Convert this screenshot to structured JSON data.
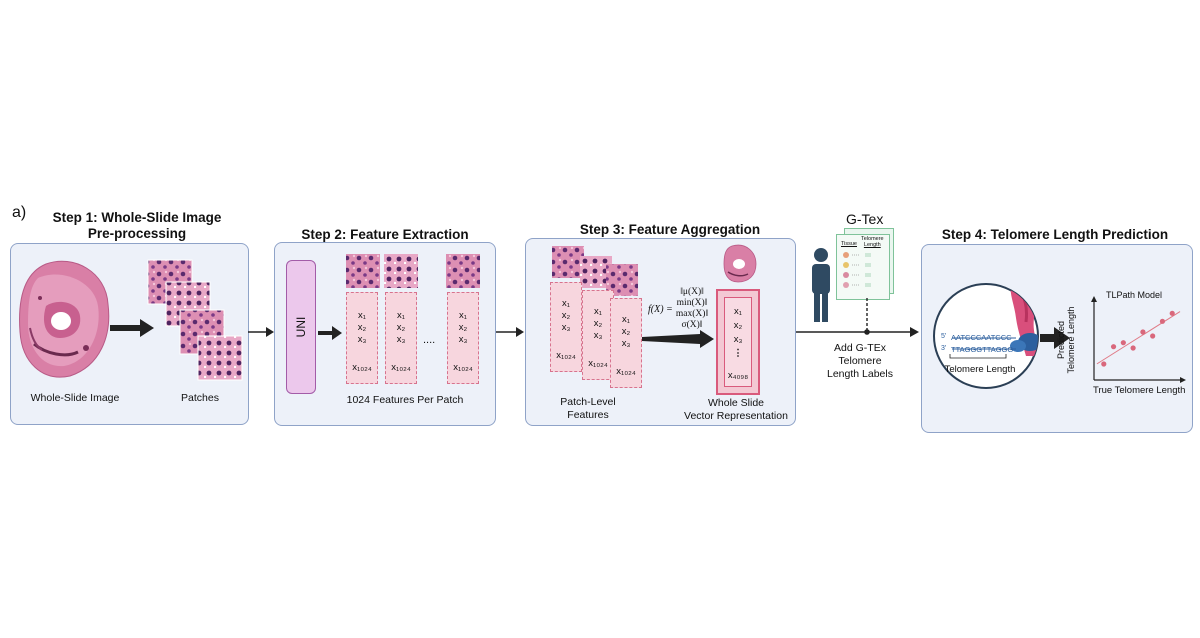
{
  "panel_letter": "a)",
  "step1": {
    "title_line1": "Step 1: Whole-Slide Image",
    "title_line2": "Pre-processing",
    "wsi_label": "Whole-Slide Image",
    "patches_label": "Patches"
  },
  "step2": {
    "title": "Step 2: Feature Extraction",
    "uni_label": "UNI",
    "vector_entries": [
      "x₁",
      "x₂",
      "x₃"
    ],
    "vector_last": "x₁₀₂₄",
    "ellipsis": "....",
    "caption": "1024 Features Per Patch"
  },
  "step3": {
    "title": "Step 3: Feature Aggregation",
    "formula_lhs": "f(X) =",
    "formula_rows": [
      "‖μ(X)‖",
      "min(X)‖",
      "max(X)‖",
      "σ(X)‖"
    ],
    "patch_level_caption_line1": "Patch-Level",
    "patch_level_caption_line2": "Features",
    "wsi_vector_last": "x₄₀₉₈",
    "wsi_caption_line1": "Whole Slide",
    "wsi_caption_line2": "Vector Representation"
  },
  "gtex": {
    "title": "G-Tex",
    "card_col1": "Tissue",
    "card_col2_line1": "Telomere",
    "card_col2_line2": "Length",
    "labels_line1": "Add G-TEx",
    "labels_line2": "Telomere",
    "labels_line3": "Length Labels"
  },
  "step4": {
    "title": "Step 4: Telomere Length Prediction",
    "five_prime": "5'",
    "three_prime": "3'",
    "seq_top": "AATCCCAATCCC",
    "seq_bottom": "TTAGGGTTAGGG",
    "telomere_caption": "Telomere Length",
    "model_title": "TLPath Model",
    "y_label_line1": "Predicted",
    "y_label_line2": "Telomere Length",
    "x_label": "True Telomere Length"
  },
  "colors": {
    "panel_fill": "#edf1f9",
    "panel_border": "#8fa3c8",
    "uni_fill": "#ecc8ec",
    "vector_fill": "#f7d6de",
    "vector_border": "#d7738e",
    "final_vector_border": "#d95a7c",
    "scatter_point": "#d9687c",
    "fit_line": "#e07a86",
    "dna_blue": "#2c5f9e"
  },
  "icons": [
    "arrow-right-icon",
    "person-icon",
    "tissue-slide-icon",
    "telomere-chromosome-icon"
  ],
  "chart_data": {
    "type": "scatter",
    "title": "TLPath Model",
    "xlabel": "True Telomere Length",
    "ylabel": "Predicted Telomere Length",
    "x": [
      1,
      2,
      3,
      4,
      5,
      6,
      7,
      8
    ],
    "y": [
      1.2,
      2.5,
      2.8,
      2.4,
      3.6,
      3.3,
      4.4,
      5.0
    ],
    "grid": false,
    "legend": "none"
  }
}
